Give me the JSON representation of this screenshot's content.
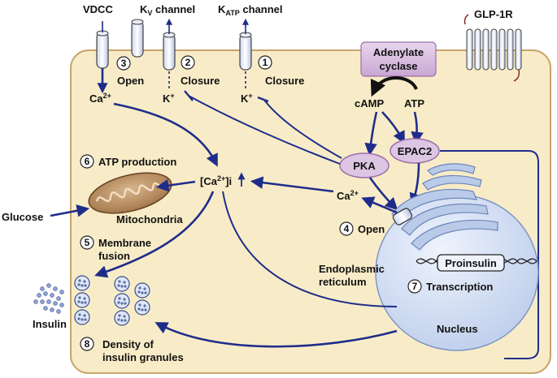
{
  "labels": {
    "vdcc": "VDCC",
    "kv_channel": "K",
    "kv_sub": "V",
    "kv_suffix": " channel",
    "katp_channel": "K",
    "katp_sub": "ATP",
    "katp_suffix": " channel",
    "glp1r": "GLP-1R",
    "adenylate_cyclase_line1": "Adenylate",
    "adenylate_cyclase_line2": "cyclase",
    "camp": "cAMP",
    "atp": "ATP",
    "pka": "PKA",
    "epac2": "EPAC2",
    "open_3": "Open",
    "closure_2": "Closure",
    "closure_1": "Closure",
    "ca_vdcc": "Ca",
    "ca_vdcc_sup": "2+",
    "k_left": "K",
    "k_left_sup": "+",
    "k_right": "K",
    "k_right_sup": "+",
    "atp_production": "ATP production",
    "cai_prefix": "[Ca",
    "cai_sup": "2+",
    "cai_suffix": "]i",
    "ca_er": "Ca",
    "ca_er_sup": "2+",
    "mitochondria": "Mitochondria",
    "glucose": "Glucose",
    "open_4": "Open",
    "membrane_fusion_line1": "Membrane",
    "membrane_fusion_line2": "fusion",
    "er_line1": "Endoplasmic",
    "er_line2": "reticulum",
    "proinsulin": "Proinsulin",
    "transcription": "Transcription",
    "insulin": "Insulin",
    "nucleus": "Nucleus",
    "density_line1": "Density of",
    "density_line2": "insulin granules"
  },
  "steps": [
    "1",
    "2",
    "3",
    "4",
    "5",
    "6",
    "7",
    "8"
  ],
  "colors": {
    "cell_fill": "#f8ecc8",
    "cell_border": "#c8a46a",
    "arrow": "#1f2d8a",
    "enzyme_fill": "#dcc6e4",
    "enzyme_border": "#9b6fa8",
    "nucleus_fill": "#cdd9f0",
    "er_fill": "#b9cbe8",
    "mitochondria_fill": "#b58a5e"
  }
}
